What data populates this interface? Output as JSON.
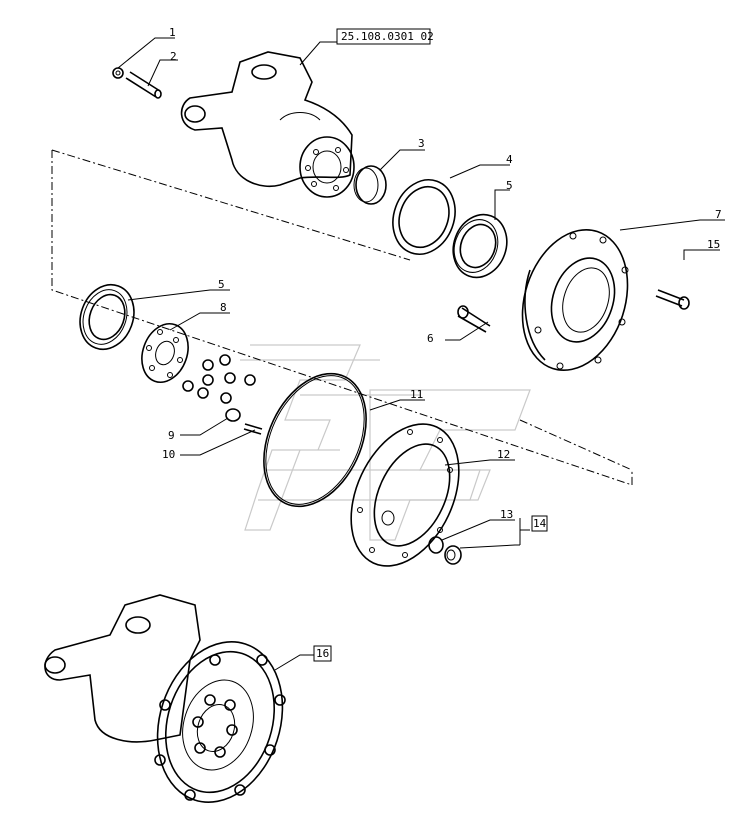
{
  "reference_box": "25.108.0301 02",
  "callouts": [
    {
      "id": "1",
      "text": "1"
    },
    {
      "id": "2",
      "text": "2"
    },
    {
      "id": "3",
      "text": "3"
    },
    {
      "id": "4",
      "text": "4"
    },
    {
      "id": "5a",
      "text": "5"
    },
    {
      "id": "5b",
      "text": "5"
    },
    {
      "id": "6",
      "text": "6"
    },
    {
      "id": "7",
      "text": "7"
    },
    {
      "id": "8",
      "text": "8"
    },
    {
      "id": "9",
      "text": "9"
    },
    {
      "id": "10",
      "text": "10"
    },
    {
      "id": "11",
      "text": "11"
    },
    {
      "id": "12",
      "text": "12"
    },
    {
      "id": "13",
      "text": "13"
    },
    {
      "id": "14",
      "text": "14"
    },
    {
      "id": "15",
      "text": "15"
    },
    {
      "id": "16",
      "text": "16"
    }
  ]
}
